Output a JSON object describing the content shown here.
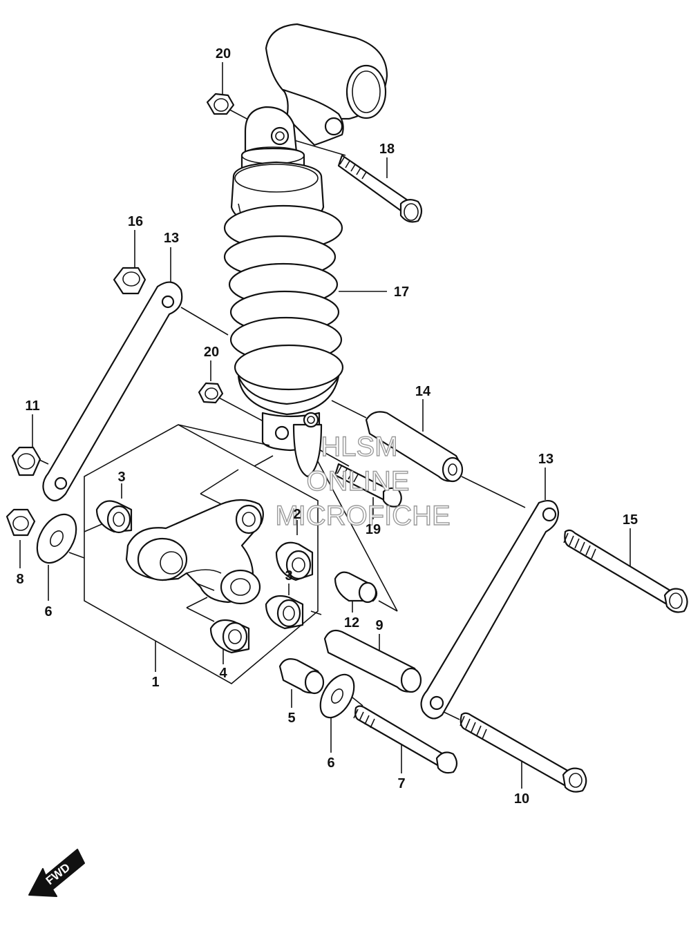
{
  "diagram": {
    "callouts": [
      {
        "id": "c20a",
        "label": "20"
      },
      {
        "id": "c18",
        "label": "18"
      },
      {
        "id": "c16",
        "label": "16"
      },
      {
        "id": "c13a",
        "label": "13"
      },
      {
        "id": "c17",
        "label": "17"
      },
      {
        "id": "c20b",
        "label": "20"
      },
      {
        "id": "c14",
        "label": "14"
      },
      {
        "id": "c11",
        "label": "11"
      },
      {
        "id": "c3a",
        "label": "3"
      },
      {
        "id": "c2",
        "label": "2"
      },
      {
        "id": "c19",
        "label": "19"
      },
      {
        "id": "c13b",
        "label": "13"
      },
      {
        "id": "c15",
        "label": "15"
      },
      {
        "id": "c8",
        "label": "8"
      },
      {
        "id": "c6a",
        "label": "6"
      },
      {
        "id": "c3b",
        "label": "3"
      },
      {
        "id": "c12",
        "label": "12"
      },
      {
        "id": "c9",
        "label": "9"
      },
      {
        "id": "c1",
        "label": "1"
      },
      {
        "id": "c4",
        "label": "4"
      },
      {
        "id": "c5",
        "label": "5"
      },
      {
        "id": "c6b",
        "label": "6"
      },
      {
        "id": "c7",
        "label": "7"
      },
      {
        "id": "c10",
        "label": "10"
      }
    ],
    "watermark": {
      "line1": "HLSM",
      "line2": "ONLINE",
      "line3": "MICROFICHE"
    },
    "direction_label": "FWD"
  }
}
